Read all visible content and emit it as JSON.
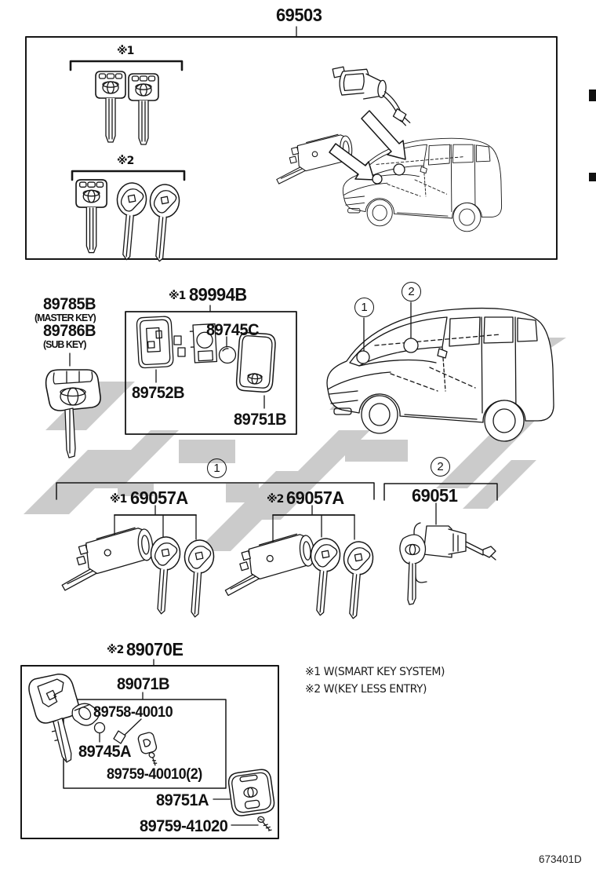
{
  "title": "69503",
  "callouts": {
    "one": "1",
    "two": "2"
  },
  "top_box": {
    "group1_mark": "※1",
    "group2_mark": "※2"
  },
  "key_labels": {
    "master_part": "89785B",
    "master_caption": "(MASTER KEY)",
    "sub_part": "89786B",
    "sub_caption": "(SUB KEY)"
  },
  "transmitter_box": {
    "mark": "※1",
    "part": "89994B",
    "battery": "89745C",
    "housing": "89752B",
    "cover": "89751B"
  },
  "cylinders": {
    "group1_mark": "※1",
    "group1_part": "69057A",
    "group2_mark": "※2",
    "group2_part": "69057A",
    "door_part": "69051"
  },
  "keyless_box": {
    "mark": "※2",
    "part": "89070E",
    "housing_assy": "89071B",
    "transponder": "89758-40010",
    "battery": "89745A",
    "screw_small": "89759-40010(2)",
    "cover": "89751A",
    "screw": "89759-41020"
  },
  "notes": {
    "note1": "※1 W(SMART KEY SYSTEM)",
    "note2": "※2 W(KEY LESS ENTRY)"
  },
  "doc_number": "673401D"
}
